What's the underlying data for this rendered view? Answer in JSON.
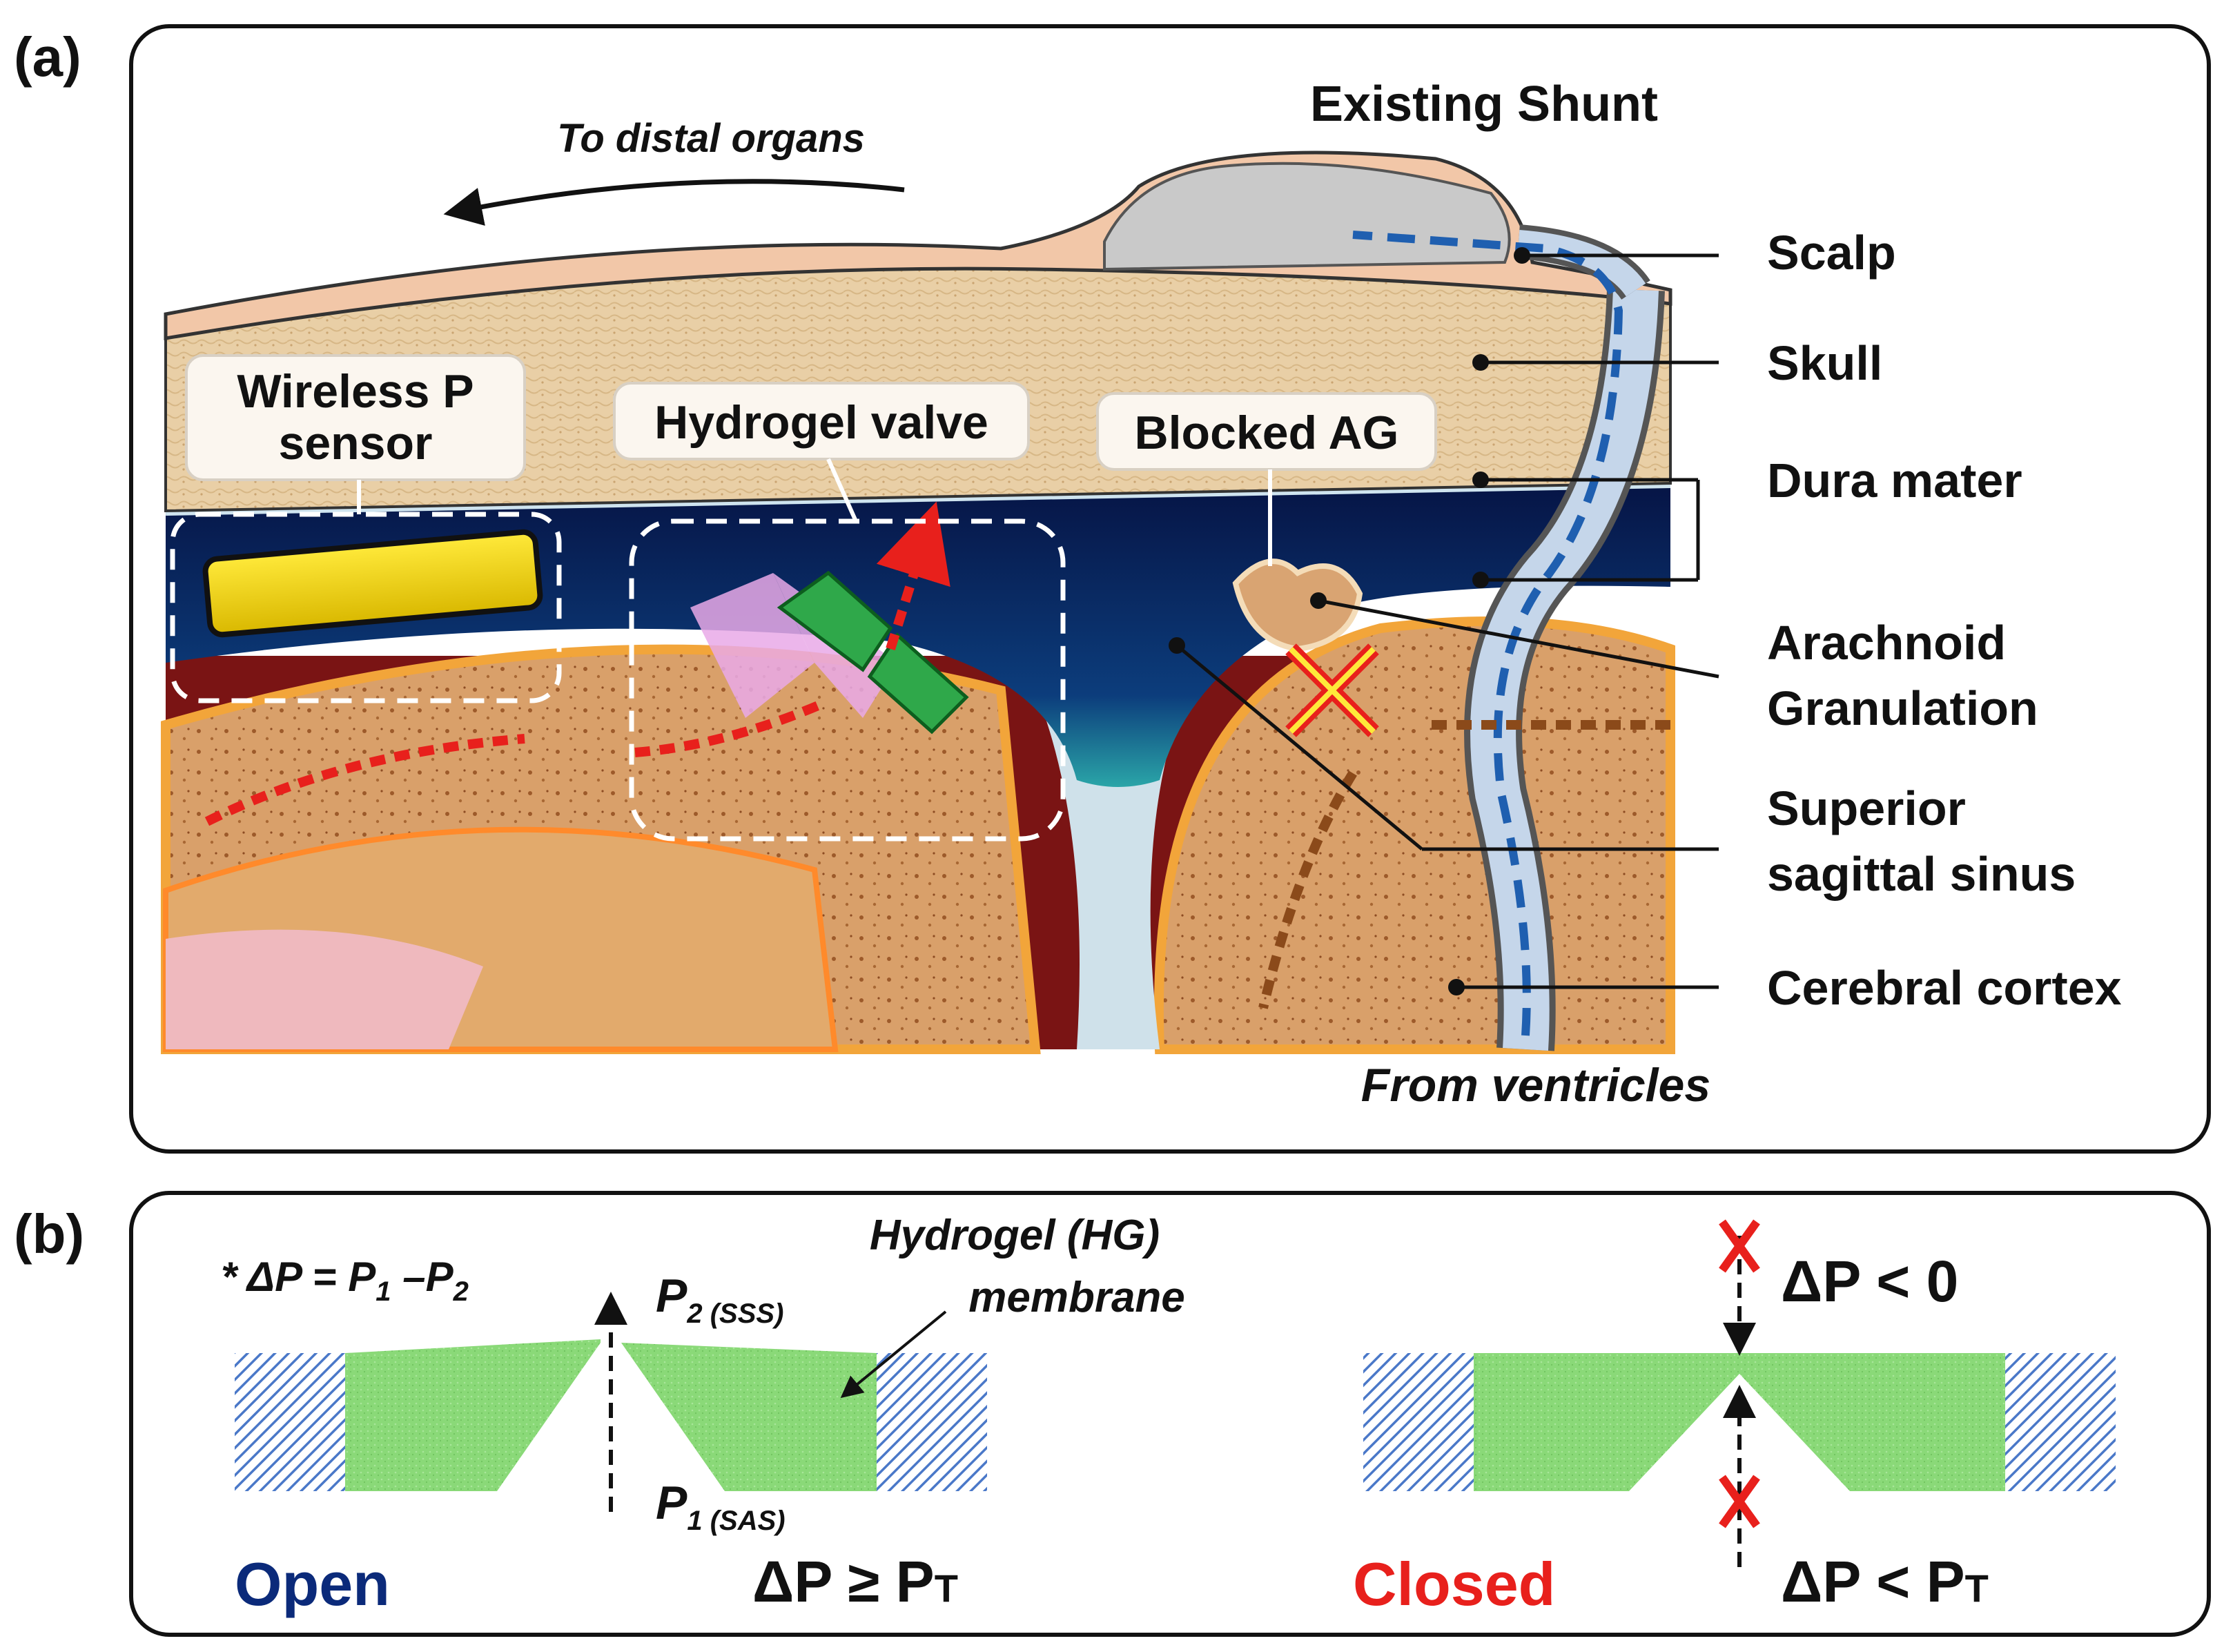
{
  "panel_a": {
    "tag": "(a)",
    "title_shunt": "Existing Shunt",
    "arrow_text": "To distal organs",
    "callouts": {
      "sensor_line1": "Wireless P",
      "sensor_line2": "sensor",
      "valve": "Hydrogel valve",
      "blocked": "Blocked AG"
    },
    "labels": {
      "scalp": "Scalp",
      "skull": "Skull",
      "dura": "Dura mater",
      "arachnoid_1": "Arachnoid",
      "arachnoid_2": "Granulation",
      "sinus_1": "Superior",
      "sinus_2": "sagittal sinus",
      "cortex": "Cerebral cortex"
    },
    "bottom_text": "From ventricles"
  },
  "panel_b": {
    "tag": "(b)",
    "formula": "* ΔP = P1 –P2",
    "formula_parts": {
      "star": "* ΔP = P",
      "s1": "1",
      "mid": " –P",
      "s2": "2"
    },
    "membrane_1": "Hydrogel (HG)",
    "membrane_2": "membrane",
    "p2": {
      "main": "P",
      "sub": "2 (SSS)"
    },
    "p1": {
      "main": "P",
      "sub": "1 (SAS)"
    },
    "open_label": "Open",
    "open_cond": "ΔP ≥ PT",
    "open_cond_parts": {
      "a": "ΔP ≥ P",
      "b": "T"
    },
    "closed_label": "Closed",
    "closed_cond_top": "ΔP < 0",
    "closed_cond_bottom": "ΔP < PT",
    "closed_cond_parts": {
      "a": "ΔP < P",
      "b": "T"
    }
  },
  "colors": {
    "open": "#0b2a7a",
    "closed": "#e8201c",
    "flow_red": "#e8201c",
    "flow_blue": "#1f5fb0",
    "flow_brown": "#8b4a1a",
    "hydrogel": "#7ed46a",
    "frame_hatch": "#4a78c8",
    "sensor": "#f4e21a",
    "sinus": "#0a1c55"
  }
}
